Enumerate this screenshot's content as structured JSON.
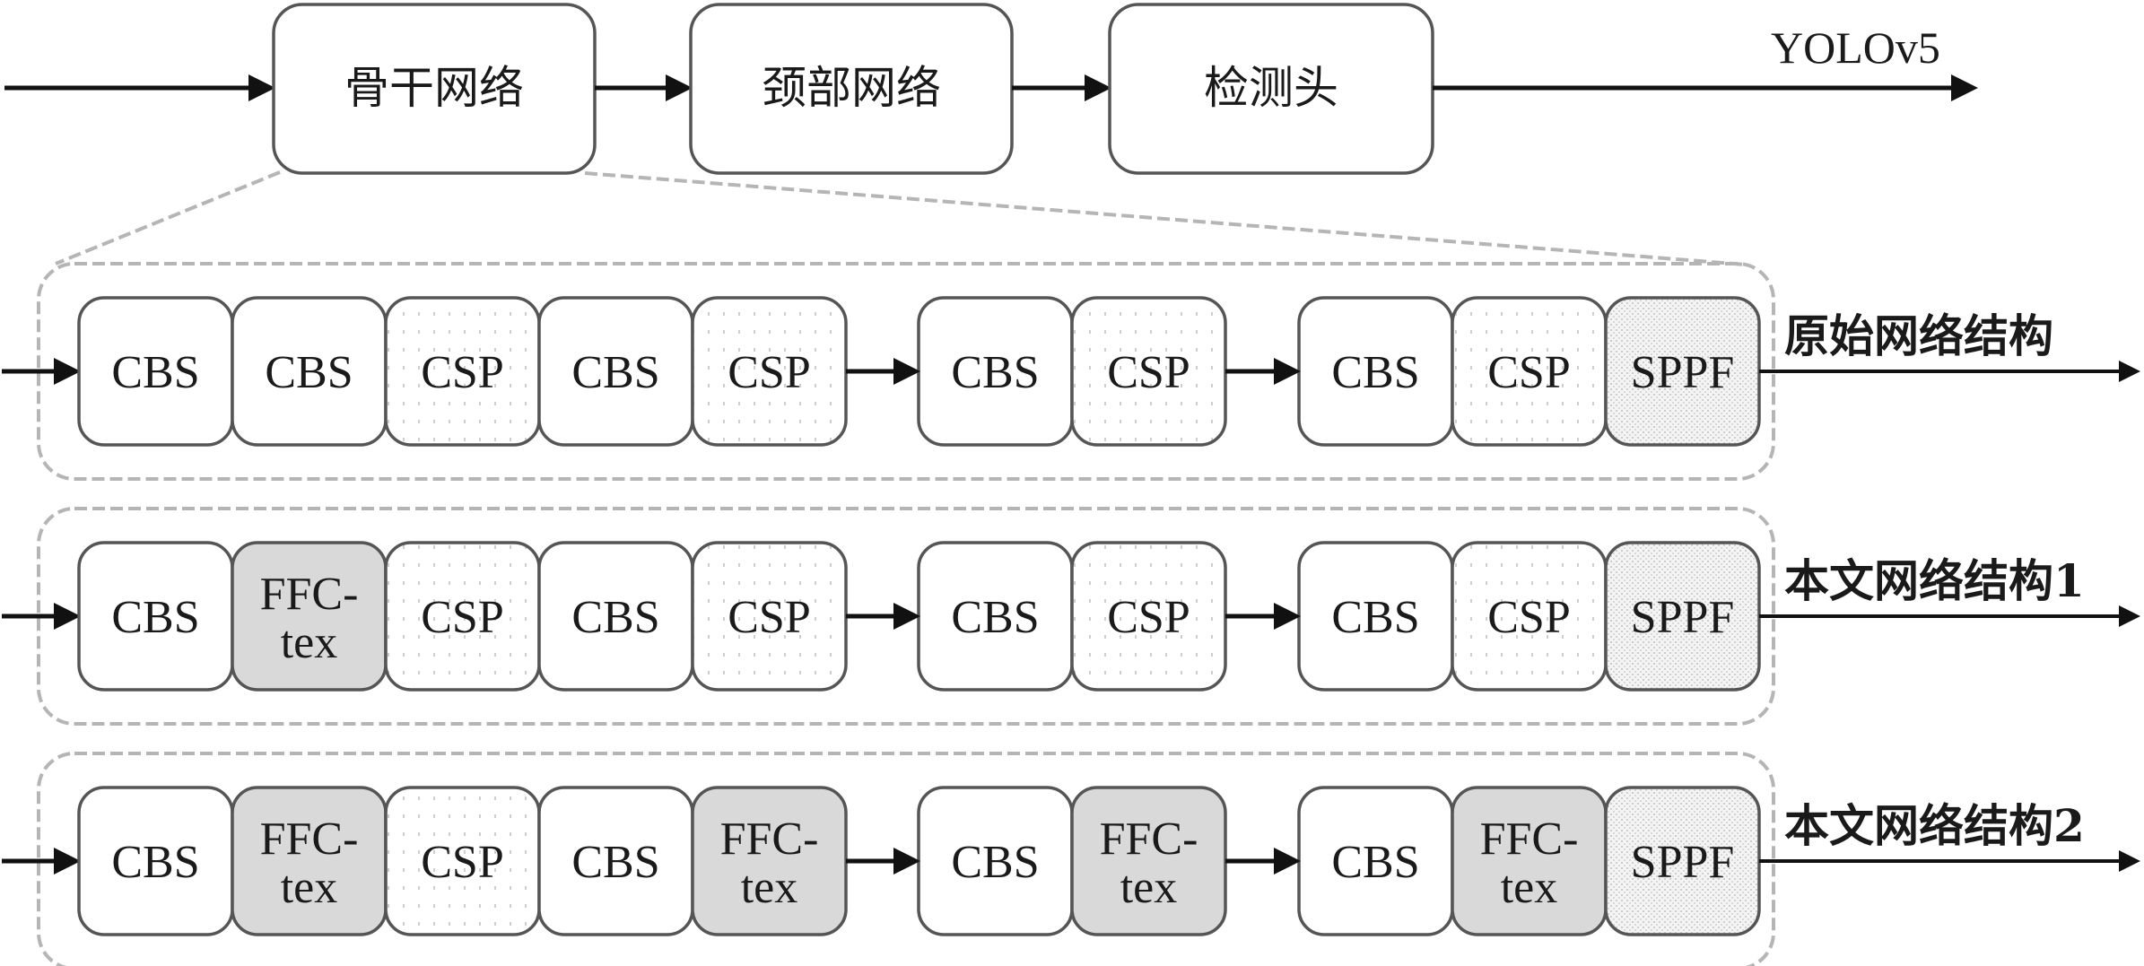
{
  "pipeline": {
    "stages": [
      {
        "id": "backbone",
        "label": "骨干网络"
      },
      {
        "id": "neck",
        "label": "颈部网络"
      },
      {
        "id": "head",
        "label": "检测头"
      }
    ],
    "output_label": "YOLOv5"
  },
  "block_styles": {
    "CBS": {
      "fill": "#ffffff",
      "pattern": "none"
    },
    "CSP": {
      "fill": "#ffffff",
      "pattern": "sparse-dots"
    },
    "SPPF": {
      "fill": "#f2f2f2",
      "pattern": "dense-dots"
    },
    "FFC": {
      "fill": "#d9d9d9",
      "pattern": "none"
    }
  },
  "colors": {
    "stroke": "#555555",
    "dashed": "#b5b5b5",
    "arrow": "#111111"
  },
  "rows": [
    {
      "label": "原始网络结构",
      "groups": [
        [
          {
            "type": "CBS",
            "lines": [
              "CBS"
            ]
          },
          {
            "type": "CBS",
            "lines": [
              "CBS"
            ]
          },
          {
            "type": "CSP",
            "lines": [
              "CSP"
            ]
          },
          {
            "type": "CBS",
            "lines": [
              "CBS"
            ]
          },
          {
            "type": "CSP",
            "lines": [
              "CSP"
            ]
          }
        ],
        [
          {
            "type": "CBS",
            "lines": [
              "CBS"
            ]
          },
          {
            "type": "CSP",
            "lines": [
              "CSP"
            ]
          }
        ],
        [
          {
            "type": "CBS",
            "lines": [
              "CBS"
            ]
          },
          {
            "type": "CSP",
            "lines": [
              "CSP"
            ]
          },
          {
            "type": "SPPF",
            "lines": [
              "SPPF"
            ]
          }
        ]
      ]
    },
    {
      "label": "本文网络结构1",
      "groups": [
        [
          {
            "type": "CBS",
            "lines": [
              "CBS"
            ]
          },
          {
            "type": "FFC",
            "lines": [
              "FFC-",
              "tex"
            ]
          },
          {
            "type": "CSP",
            "lines": [
              "CSP"
            ]
          },
          {
            "type": "CBS",
            "lines": [
              "CBS"
            ]
          },
          {
            "type": "CSP",
            "lines": [
              "CSP"
            ]
          }
        ],
        [
          {
            "type": "CBS",
            "lines": [
              "CBS"
            ]
          },
          {
            "type": "CSP",
            "lines": [
              "CSP"
            ]
          }
        ],
        [
          {
            "type": "CBS",
            "lines": [
              "CBS"
            ]
          },
          {
            "type": "CSP",
            "lines": [
              "CSP"
            ]
          },
          {
            "type": "SPPF",
            "lines": [
              "SPPF"
            ]
          }
        ]
      ]
    },
    {
      "label": "本文网络结构2",
      "groups": [
        [
          {
            "type": "CBS",
            "lines": [
              "CBS"
            ]
          },
          {
            "type": "FFC",
            "lines": [
              "FFC-",
              "tex"
            ]
          },
          {
            "type": "CSP",
            "lines": [
              "CSP"
            ]
          },
          {
            "type": "CBS",
            "lines": [
              "CBS"
            ]
          },
          {
            "type": "FFC",
            "lines": [
              "FFC-",
              "tex"
            ]
          }
        ],
        [
          {
            "type": "CBS",
            "lines": [
              "CBS"
            ]
          },
          {
            "type": "FFC",
            "lines": [
              "FFC-",
              "tex"
            ]
          }
        ],
        [
          {
            "type": "CBS",
            "lines": [
              "CBS"
            ]
          },
          {
            "type": "FFC",
            "lines": [
              "FFC-",
              "tex"
            ]
          },
          {
            "type": "SPPF",
            "lines": [
              "SPPF"
            ]
          }
        ]
      ]
    }
  ]
}
